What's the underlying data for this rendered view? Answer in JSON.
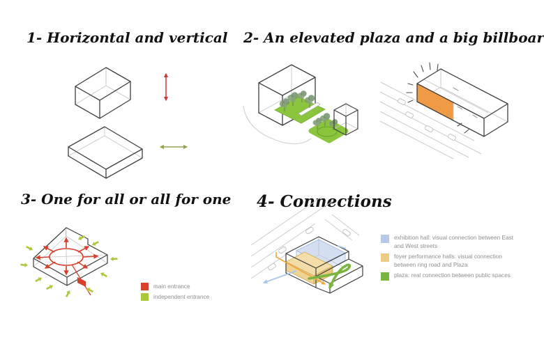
{
  "panels": {
    "p1": {
      "title": "1- Horizontal and vertical"
    },
    "p2": {
      "title": "2- An elevated plaza and a big billboard"
    },
    "p3": {
      "title": "3- One for all or all for one",
      "legend": [
        {
          "label": "main entrance",
          "color": "#d6402c"
        },
        {
          "label": "independent entrance",
          "color": "#a9c83b"
        }
      ]
    },
    "p4": {
      "title": "4- Connections",
      "legend": [
        {
          "label": "exhibition hall: visual connection between East and West streets",
          "color": "#b6c9e8"
        },
        {
          "label": "foyer performance halls: visual connection between ring road and Plaza",
          "color": "#edcd85"
        },
        {
          "label": "plaza: real connection between public spaces",
          "color": "#79b53f"
        }
      ]
    }
  },
  "palette": {
    "vertical_arrow_red": "#cb3a3a",
    "horizontal_arrow_olive": "#96a24e",
    "plaza_green": "#8bc53d",
    "billboard_orange": "#ef9a44",
    "entrance_red": "#d6402c",
    "entrance_green": "#a9c83b",
    "exhibition_blue": "#b6c9e8",
    "foyer_tan": "#edcd85",
    "connection_green": "#79b53f",
    "wireframe_dark": "#3e3e3e",
    "wireframe_light": "#c6c6c6"
  }
}
